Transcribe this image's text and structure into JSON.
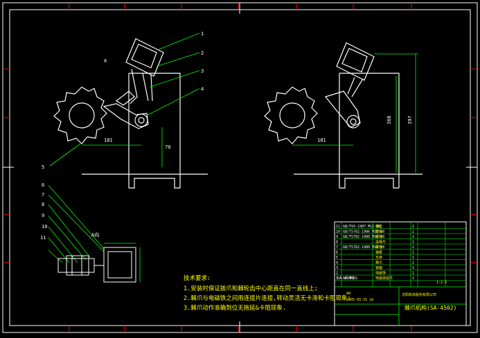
{
  "colors": {
    "background": "#000000",
    "frame": "#ffffff",
    "ticks": "#ff0000",
    "leaders": "#00ff00",
    "dimensions": "#00ff00",
    "notes": "#ffff00",
    "table_lines": "#00ff00",
    "title_text": "#ffff00"
  },
  "view_label_a": "A",
  "section_label": "A向",
  "part_numbers_right": [
    "1",
    "2",
    "3",
    "4"
  ],
  "part_numbers_left": [
    "5",
    "6",
    "7",
    "8",
    "9",
    "10",
    "11"
  ],
  "dimensions": {
    "d1": "181",
    "d2": "181",
    "d3": "360",
    "d4": "397",
    "d5": "70"
  },
  "notes": {
    "title": "技术要求:",
    "items": [
      "1.安装时保证拨爪和棘轮齿中心距直在同一直线上;",
      "2.棘爪与电磁铁之间用连接片连接,转动灵活无卡滞和卡阻现象;",
      "3.棘爪动作准确到位无拖延&卡阻现象."
    ]
  },
  "parts_table": {
    "rows": [
      {
        "no": "11",
        "code": "GB/T93-1987 M12-8k",
        "name": "弹垫",
        "qty": "2"
      },
      {
        "no": "10",
        "code": "GB/T5782-1986 M12-60",
        "name": "螺栓",
        "qty": "2"
      },
      {
        "no": "9",
        "code": "GB/T5782-1986 M12-60",
        "name": "螺栓",
        "qty": "2"
      },
      {
        "no": "8",
        "code": "",
        "name": "连接片",
        "qty": "2"
      },
      {
        "no": "7",
        "code": "GB/T5782-1986 M12-60",
        "name": "螺栓",
        "qty": "2"
      },
      {
        "no": "6",
        "code": "",
        "name": "轴套",
        "qty": "1"
      },
      {
        "no": "5",
        "code": "",
        "name": "支架",
        "qty": "1"
      },
      {
        "no": "4",
        "code": "",
        "name": "棘爪",
        "qty": "1"
      },
      {
        "no": "3",
        "code": "",
        "name": "销轴",
        "qty": "1"
      },
      {
        "no": "2",
        "code": "",
        "name": "电磁铁",
        "qty": "1"
      },
      {
        "no": "1",
        "code": "SA-4502",
        "name": "电磁铁组件",
        "qty": "1"
      }
    ],
    "drawing_no": "SA-4502",
    "scale": "1:2.5",
    "org_line1": "A0",
    "org_line2": "2005-03-31 jm",
    "title": "棘爪机构(SA-4502)",
    "company": "沈阳机床股份有限公司"
  }
}
